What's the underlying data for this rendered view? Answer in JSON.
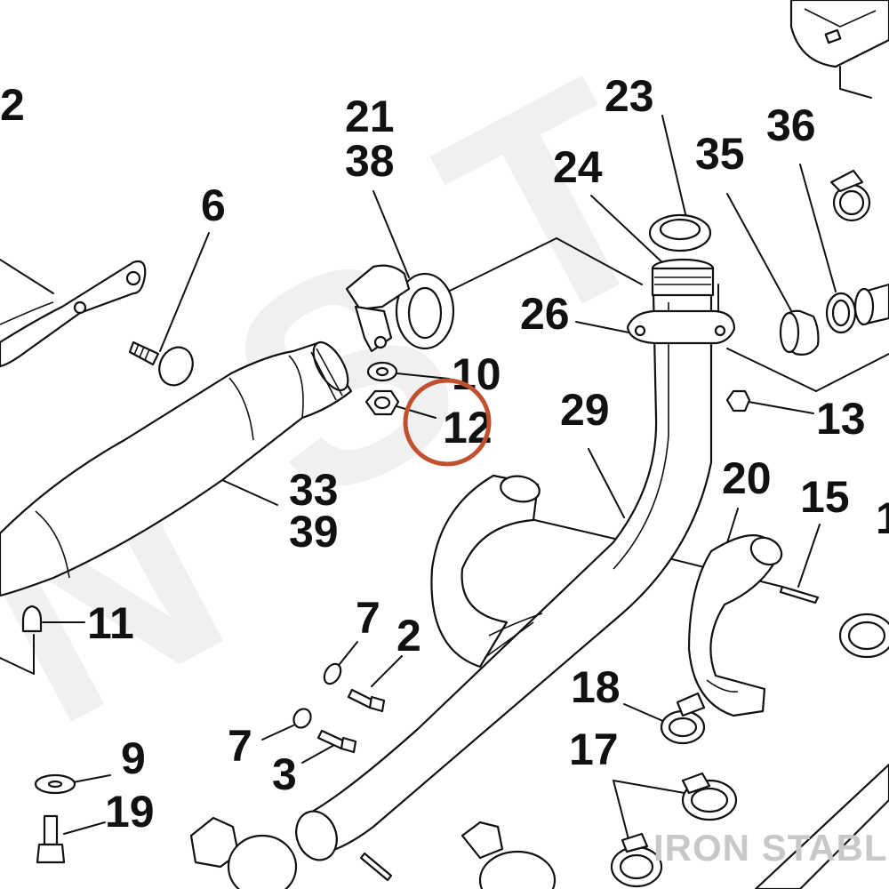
{
  "callouts": {
    "c2_top": "2",
    "c21": "21",
    "c38": "38",
    "c23": "23",
    "c36": "36",
    "c24": "24",
    "c35": "35",
    "c6": "6",
    "c26": "26",
    "c10": "10",
    "c12": "12",
    "c29": "29",
    "c13": "13",
    "c33": "33",
    "c39": "39",
    "c20": "20",
    "c15": "15",
    "c1_edge": "1",
    "c7_a": "7",
    "c2_b": "2",
    "c11": "11",
    "c18": "18",
    "c7_b": "7",
    "c3": "3",
    "c17": "17",
    "c9": "9",
    "c19": "19"
  },
  "watermark": "IRON STABLE",
  "highlight": {
    "target": "12",
    "color": "#c0502e"
  }
}
